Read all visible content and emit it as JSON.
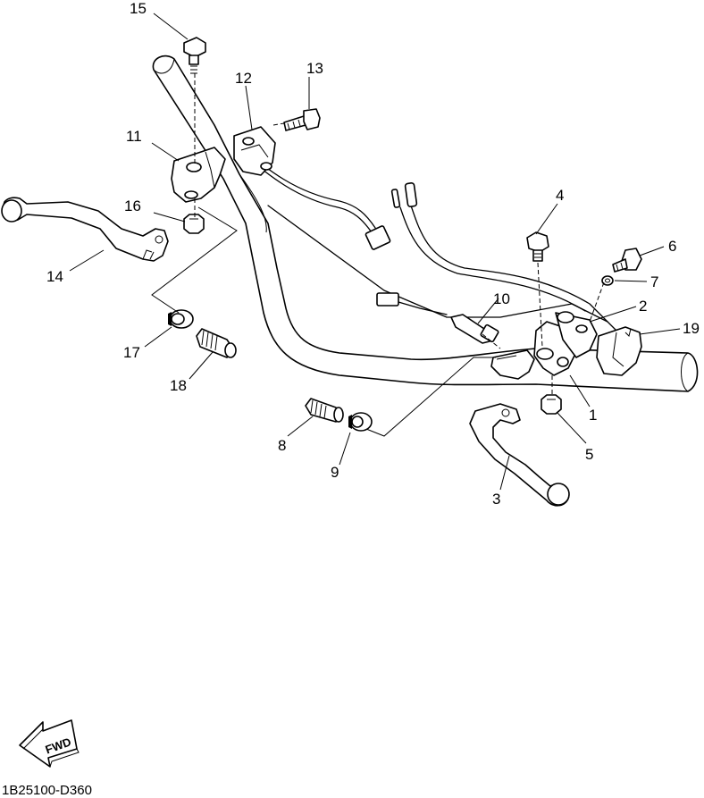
{
  "callouts": {
    "c1": "1",
    "c2": "2",
    "c3": "3",
    "c4": "4",
    "c5": "5",
    "c6": "6",
    "c7": "7",
    "c8": "8",
    "c9": "9",
    "c10": "10",
    "c11": "11",
    "c12": "12",
    "c13": "13",
    "c14": "14",
    "c15": "15",
    "c16": "16",
    "c17": "17",
    "c18": "18",
    "c19": "19"
  },
  "fwd_label": "FWD",
  "drawing_code": "1B25100-D360"
}
